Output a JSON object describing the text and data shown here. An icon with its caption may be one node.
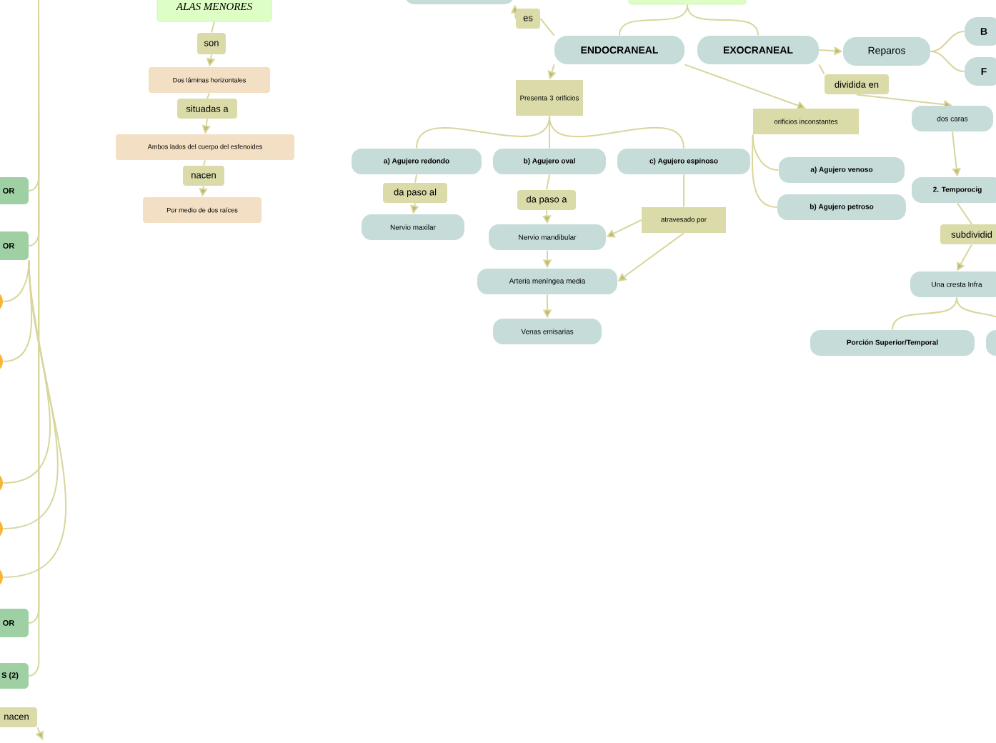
{
  "diagram": {
    "nodes": [
      {
        "text": [
          "ALAS MENORES"
        ]
      },
      {
        "text": [
          "son"
        ]
      },
      {
        "text": [
          "Dos láminas horizontales"
        ]
      },
      {
        "text": [
          "situadas a"
        ]
      },
      {
        "text": [
          "Ambos lados del cuerpo del esfenoides"
        ]
      },
      {
        "text": [
          "nacen"
        ]
      },
      {
        "text": [
          "Por medio de dos raíces"
        ]
      },
      {
        "text": [],
        "shape": "box"
      },
      {
        "text": [],
        "shape": "box"
      },
      {
        "text": [
          "es"
        ]
      },
      {
        "text": [
          "ENDOCRANEAL"
        ]
      },
      {
        "text": [
          "EXOCRANEAL"
        ]
      },
      {
        "text": [
          "Presenta 3 orificios"
        ]
      },
      {
        "text": [
          "a) Agujero redondo"
        ]
      },
      {
        "text": [
          "b) Agujero oval"
        ]
      },
      {
        "text": [
          "c) Agujero espinoso"
        ]
      },
      {
        "text": [
          "da paso al"
        ]
      },
      {
        "text": [
          "Nervio maxilar"
        ]
      },
      {
        "text": [
          "da paso a"
        ]
      },
      {
        "text": [
          "Nervio mandibular"
        ]
      },
      {
        "text": [
          "atravesado por"
        ]
      },
      {
        "text": [
          "Arteria meníngea media"
        ]
      },
      {
        "text": [
          "Venas emisarias"
        ]
      },
      {
        "text": [
          "orificios inconstantes"
        ]
      },
      {
        "text": [
          "a) Agujero venoso"
        ]
      },
      {
        "text": [
          "b) Agujero petroso"
        ]
      },
      {
        "text": [
          "Reparos"
        ]
      },
      {
        "text": [
          "B"
        ]
      },
      {
        "text": [
          "F"
        ]
      },
      {
        "text": [
          "dividida en"
        ]
      },
      {
        "text": [
          "dos caras"
        ]
      },
      {
        "text": [
          "2. Temporocig"
        ]
      },
      {
        "text": [
          "subdividid"
        ]
      },
      {
        "text": [
          "Una cresta Infra"
        ]
      },
      {
        "text": [
          "Porción Superior/Temporal"
        ]
      },
      {
        "text": [],
        "shape": "box"
      },
      {
        "text": [
          "OR"
        ]
      },
      {
        "text": [
          "OR"
        ]
      },
      {
        "text": [],
        "shape": "circle"
      },
      {
        "text": [],
        "shape": "circle"
      },
      {
        "text": [],
        "shape": "circle"
      },
      {
        "text": [],
        "shape": "circle"
      },
      {
        "text": [],
        "shape": "circle"
      },
      {
        "text": [
          "OR"
        ]
      },
      {
        "text": [
          "S (2)"
        ]
      },
      {
        "text": [
          "nacen"
        ]
      }
    ],
    "edges": [
      {
        "from": 0,
        "to": 1,
        "arrow": "none"
      },
      {
        "from": 1,
        "to": 2,
        "arrow": "to"
      },
      {
        "from": 2,
        "to": 3,
        "arrow": "none"
      },
      {
        "from": 3,
        "to": 4,
        "arrow": "to"
      },
      {
        "from": 4,
        "to": 5,
        "arrow": "none"
      },
      {
        "from": 5,
        "to": 6,
        "arrow": "to"
      },
      {
        "from": 10,
        "to": 9,
        "arrow": "none"
      },
      {
        "from": 9,
        "to": 7,
        "arrow": "to"
      },
      {
        "from": 8,
        "to": 10,
        "arrow": "none"
      },
      {
        "from": 8,
        "to": 11,
        "arrow": "none"
      },
      {
        "from": 10,
        "to": 12,
        "arrow": "to"
      },
      {
        "from": 12,
        "to": 13,
        "arrow": "none"
      },
      {
        "from": 12,
        "to": 14,
        "arrow": "none"
      },
      {
        "from": 12,
        "to": 15,
        "arrow": "none"
      },
      {
        "from": 13,
        "to": 16,
        "arrow": "none"
      },
      {
        "from": 16,
        "to": 17,
        "arrow": "to"
      },
      {
        "from": 14,
        "to": 18,
        "arrow": "none"
      },
      {
        "from": 18,
        "to": 19,
        "arrow": "to"
      },
      {
        "from": 15,
        "to": 20,
        "arrow": "none"
      },
      {
        "from": 20,
        "to": 19,
        "arrow": "to"
      },
      {
        "from": 20,
        "to": 21,
        "arrow": "to"
      },
      {
        "from": 19,
        "to": 21,
        "arrow": "to"
      },
      {
        "from": 21,
        "to": 22,
        "arrow": "to"
      },
      {
        "from": 10,
        "to": 23,
        "arrow": "to"
      },
      {
        "from": 23,
        "to": 24,
        "arrow": "none"
      },
      {
        "from": 23,
        "to": 25,
        "arrow": "none"
      },
      {
        "from": 11,
        "to": 26,
        "arrow": "to"
      },
      {
        "from": 26,
        "to": 27,
        "arrow": "none"
      },
      {
        "from": 26,
        "to": 28,
        "arrow": "none"
      },
      {
        "from": 11,
        "to": 29,
        "arrow": "none"
      },
      {
        "from": 29,
        "to": 30,
        "arrow": "to"
      },
      {
        "from": 30,
        "to": 31,
        "arrow": "to"
      },
      {
        "from": 31,
        "to": 32,
        "arrow": "none"
      },
      {
        "from": 32,
        "to": 33,
        "arrow": "to"
      },
      {
        "from": 33,
        "to": 34,
        "arrow": "none"
      },
      {
        "from": 33,
        "to": 35,
        "arrow": "none"
      },
      {
        "from": 37,
        "to": 38,
        "arrow": "none"
      },
      {
        "from": 37,
        "to": 39,
        "arrow": "none"
      },
      {
        "from": 37,
        "to": 40,
        "arrow": "none"
      },
      {
        "from": 37,
        "to": 41,
        "arrow": "none"
      },
      {
        "from": 37,
        "to": 42,
        "arrow": "none"
      },
      {
        "from": null,
        "to": 36,
        "arrow": "none"
      },
      {
        "from": null,
        "to": 37,
        "arrow": "none"
      },
      {
        "from": null,
        "to": 43,
        "arrow": "none"
      },
      {
        "from": null,
        "to": 44,
        "arrow": "none"
      },
      {
        "from": 45,
        "to": null,
        "arrow": "to"
      }
    ]
  }
}
